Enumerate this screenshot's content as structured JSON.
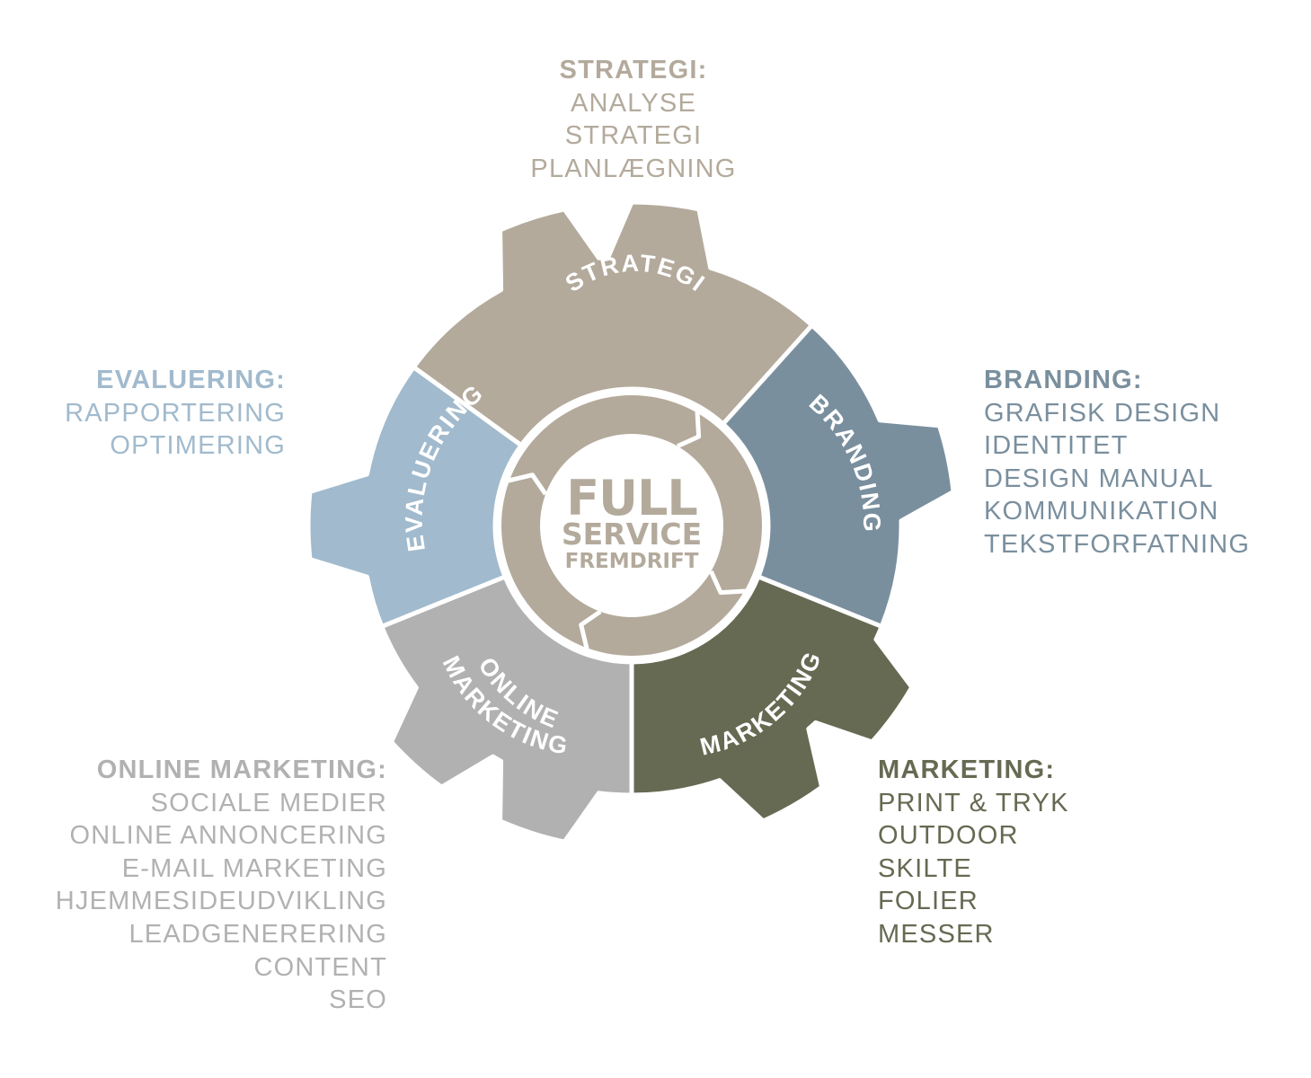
{
  "center": {
    "line1": "FULL",
    "line2": "SERVICE",
    "line3": "FREMDRIFT"
  },
  "colors": {
    "strategi": "#b3aa9c",
    "branding": "#7a8f9e",
    "marketing": "#666a52",
    "online_marketing": "#b1b1b1",
    "evaluering": "#a1bacd",
    "center": "#b3aa9c"
  },
  "segments": {
    "strategi": "STRATEGI",
    "branding": "BRANDING",
    "marketing": "MARKETING",
    "online_line1": "ONLINE",
    "online_line2": "MARKETING",
    "evaluering": "EVALUERING"
  },
  "blocks": {
    "strategi": {
      "heading": "STRATEGI:",
      "items": [
        "ANALYSE",
        "STRATEGI",
        "PLANLÆGNING"
      ]
    },
    "evaluering": {
      "heading": "EVALUERING:",
      "items": [
        "RAPPORTERING",
        "OPTIMERING"
      ]
    },
    "branding": {
      "heading": "BRANDING:",
      "items": [
        "GRAFISK DESIGN",
        "IDENTITET",
        "DESIGN MANUAL",
        "KOMMUNIKATION",
        "TEKSTFORFATNING"
      ]
    },
    "online_marketing": {
      "heading": "ONLINE MARKETING:",
      "items": [
        "SOCIALE MEDIER",
        "ONLINE ANNONCERING",
        "E-MAIL MARKETING",
        "HJEMMESIDEUDVIKLING",
        "LEADGENERERING",
        "CONTENT",
        "SEO"
      ]
    },
    "marketing": {
      "heading": "MARKETING:",
      "items": [
        "PRINT & TRYK",
        "OUTDOOR",
        "SKILTE",
        "FOLIER",
        "MESSER"
      ]
    }
  }
}
